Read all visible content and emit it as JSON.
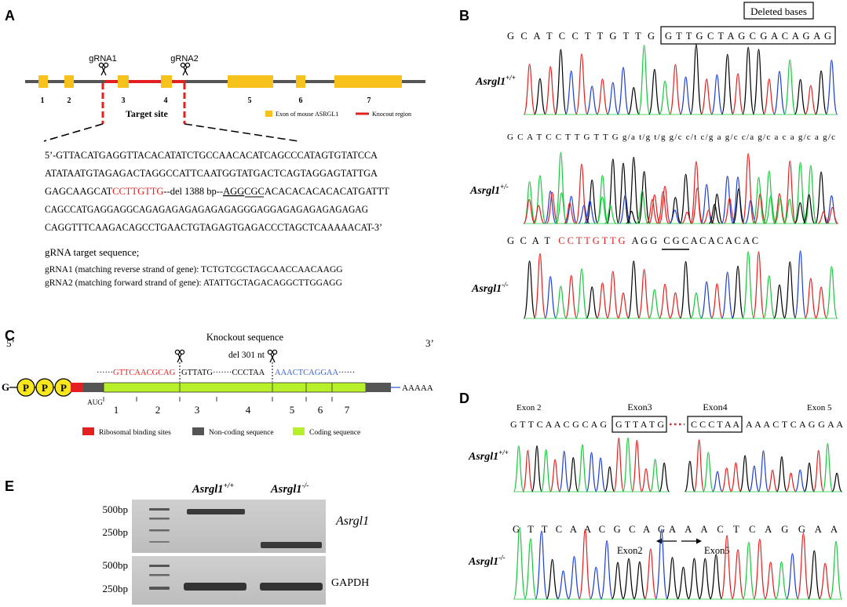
{
  "panels": {
    "a": "A",
    "b": "B",
    "c": "C",
    "d": "D",
    "e": "E"
  },
  "a": {
    "grna1": "gRNA1",
    "grna2": "gRNA2",
    "exons": [
      "1",
      "2",
      "3",
      "4",
      "5",
      "6",
      "7"
    ],
    "target_site": "Target site",
    "legend_exon": "Exon of mouse ASRGL1",
    "legend_ko": "Knocout region",
    "seq": {
      "l1": "5’-GTTACATGAGGTTACACATATCTGCCAACACATCAGCCCATAGTGTATCCA",
      "l2": "ATATAATGTAGAGACTAGGCCATTCAATGGTATGACTCAGTAGGAGTATTGA",
      "l3a": "GAGCAAGCAT",
      "l3red": "CCTTGTTG",
      "l3b": "--del 1388 bp--",
      "l3ul": "AGG",
      "l3c": "CGCACACACACACACATGATTT",
      "l4": "CAGCCATGAGGAGGCAGAGAGAGAGAGAGAGGGAGGAGAGAGAGAGAGAG",
      "l5": "CAGGTTTCAAGACAGCCTGAACTGTAGAGTGAGACCCTAGCTCAAAAACAT-3’"
    },
    "grna_title": "gRNA target sequence;",
    "grna1_line": "gRNA1 (matching reverse strand of gene): TCTGTCGCTAGCAACCAACAAGG",
    "grna2_line": "gRNA2 (matching forward strand of gene): ATATTGCTAGACAGGCTTGGAGG"
  },
  "b": {
    "deleted_label": "Deleted bases",
    "seq1a": "G C A T C C T T G T T G",
    "seq1b": "G T T G C T A G C G A C A G A G",
    "seq2": "G C A T C C T T G T T G g/a t/g t/g g/c c/t c/g a g/c c/a g/c a c a g/c a g/c",
    "seq3a": "G C A T",
    "seq3b": "C C T T G T T G",
    "seq3c": "A G G",
    "seq3d": "C G C A C A C A C A C",
    "gene": "Asrgl1",
    "wt": "+/+",
    "het": "+/-",
    "ko": "-/-"
  },
  "c": {
    "ko_seq": "Knockout sequence",
    "del": "del 301 nt",
    "red_seq": "GTTCAACGCAG",
    "mid1": "GTTATG",
    "dots": "·······",
    "mid2": "CCCTAA",
    "blue_seq": "AAACTCAGGAA",
    "five": "5’",
    "three": "3’",
    "g": "G",
    "p": "P",
    "polya": "AAAAA",
    "aug": "AUG",
    "exons": [
      "1",
      "2",
      "3",
      "4",
      "5",
      "6",
      "7"
    ],
    "legend_rbs": "Ribosomal binding sites",
    "legend_nc": "Non-coding sequence",
    "legend_cds": "Coding sequence"
  },
  "d": {
    "exon2": "Exon 2",
    "exon3": "Exon3",
    "exon4": "Exon4",
    "exon5": "Exon 5",
    "seq_a": "G T T C A A C G C A G",
    "seq_b": "G T T A T G",
    "seq_c": "C C C T A A",
    "seq_d": "A A A C T C A G G A A",
    "ko_red": "G T T C A A C G C A G",
    "ko_blue": "A A A C T C A G G A A",
    "left_lbl": "Exon2",
    "right_lbl": "Exon5"
  },
  "e": {
    "col_wt": "Asrgl1",
    "col_wt_sup": "+/+",
    "col_ko": "Asrgl1",
    "col_ko_sup": "-/-",
    "m500": "500bp",
    "m250": "250bp",
    "gene": "Asrgl1",
    "gapdh": "GAPDH"
  },
  "colors": {
    "exon": "#f8c21c",
    "ko": "#e3201f",
    "cds": "#b7ef2a",
    "rbs": "#e3201f",
    "nc": "#555555",
    "red_text": "#e3201f",
    "blue_text": "#3a5fd0"
  }
}
